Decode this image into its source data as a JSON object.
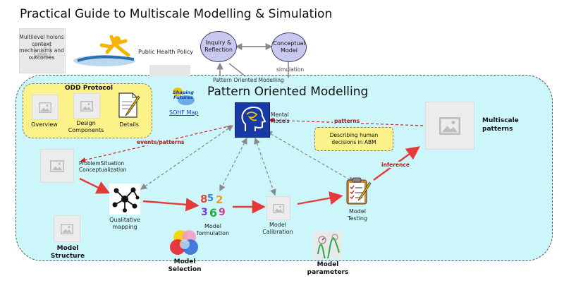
{
  "title": "Practical Guide to Multiscale Modelling & Simulation",
  "top": {
    "holons_text": "Multilevel holons context mechanisms and outcomes",
    "public_health_label": "Public Health Policy",
    "inquiry_label": "Inquiry & Reflection",
    "conceptual_label": "Conceptual Model",
    "simulation_label": "simulation",
    "pom_small_label": "Pattern Oriented Modelling"
  },
  "main": {
    "pom_title": "Pattern Oriented Modelling",
    "odd": {
      "title": "ODD Protocol",
      "items": [
        "Overview",
        "Design Components",
        "Details"
      ]
    },
    "shaping_futures_logo": "Shaping Futures",
    "sohf_link": "SOHF Map",
    "mental_models_label": "Mental Models",
    "patterns_label": "patterns",
    "events_patterns_label": "events/patterns",
    "describing_box": "Describing human decisions in ABM",
    "multiscale_label": "Multiscale patterns",
    "problem_label": "ProblemSituation Conceptualization",
    "qualitative_label": "Qualitative mapping",
    "formulation_label": "Model formulation",
    "calibration_label": "Model Calibration",
    "testing_label": "Model Testing",
    "inference_label": "inference",
    "structure_label": "Model Structure",
    "selection_label": "Model Selection",
    "parameters_label": "Model parameters"
  },
  "colors": {
    "main_bg": "#ccf6fa",
    "odd_bg": "#fbf28a",
    "ellipse_bg": "#c9c9ef",
    "arrow_red": "#e53a3a",
    "label_red": "#b01818"
  },
  "icons": [
    "image-placeholder-icon",
    "document-pencil-icon",
    "head-brain-icon",
    "network-icon",
    "numbers-icon",
    "clipboard-checklist-icon",
    "venn-circles-icon",
    "chart-gauge-icon",
    "runner-logo-icon"
  ]
}
